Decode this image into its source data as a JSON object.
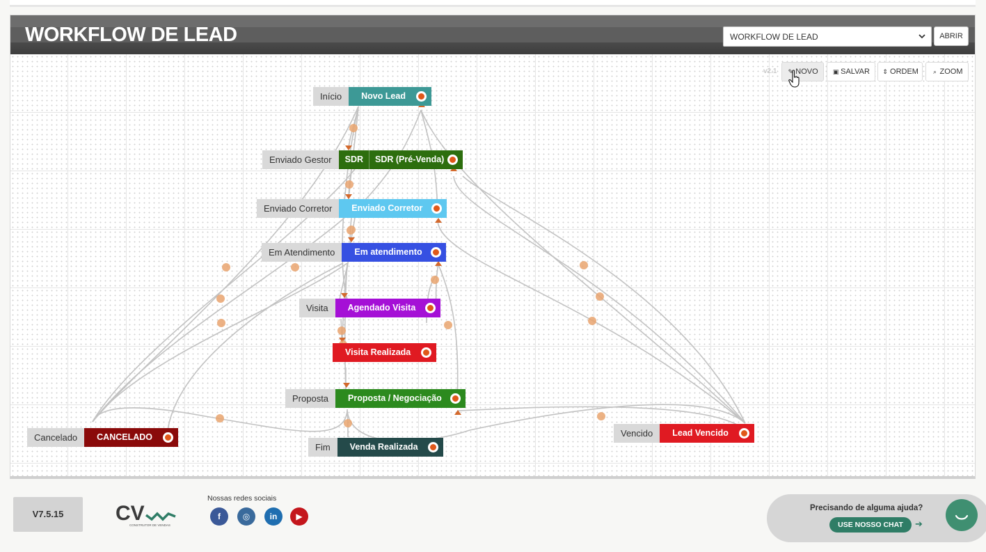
{
  "header": {
    "title": "WORKFLOW DE LEAD",
    "select_value": "WORKFLOW DE LEAD",
    "open_button": "ABRIR"
  },
  "toolbar": {
    "version": "v2.1",
    "new": "NOVO",
    "save": "SALVAR",
    "order": "ORDEM",
    "zoom": "ZOOM"
  },
  "nodes": {
    "inicio": {
      "label": "Início",
      "state": "Novo Lead",
      "color": "#3d9996"
    },
    "sdr": {
      "label": "Enviado Gestor",
      "prefix": "SDR",
      "state": "SDR (Pré-Venda)",
      "color": "#2d6e0e"
    },
    "corretor": {
      "label": "Enviado Corretor",
      "state": "Enviado Corretor",
      "color": "#5ec8f0"
    },
    "atendimento": {
      "label": "Em Atendimento",
      "state": "Em atendimento",
      "color": "#3650e2"
    },
    "visita": {
      "label": "Visita",
      "state": "Agendado Visita",
      "color": "#a510d6"
    },
    "realizada": {
      "state": "Visita Realizada",
      "color": "#e01a22"
    },
    "proposta": {
      "label": "Proposta",
      "state": "Proposta / Negociação",
      "color": "#2c8a1e"
    },
    "fim": {
      "label": "Fim",
      "state": "Venda Realizada",
      "color": "#244a4a"
    },
    "cancelado": {
      "label": "Cancelado",
      "state": "CANCELADO",
      "color": "#8a0a0a"
    },
    "vencido": {
      "label": "Vencido",
      "state": "Lead Vencido",
      "color": "#e01a22"
    }
  },
  "footer": {
    "version": "V7.5.15",
    "logo_tagline": "CONSTRUTOR DE VENDAS",
    "social_title": "Nossas redes sociais",
    "social": [
      {
        "name": "facebook",
        "glyph": "f",
        "color": "#3b5998"
      },
      {
        "name": "instagram",
        "glyph": "◎",
        "color": "#3a6a9c"
      },
      {
        "name": "linkedin",
        "glyph": "in",
        "color": "#1f6eb0"
      },
      {
        "name": "youtube",
        "glyph": "▶",
        "color": "#c4161c"
      }
    ],
    "help_title": "Precisando de alguma ajuda?",
    "help_button": "USE NOSSO CHAT",
    "help_arrow": "➔"
  }
}
